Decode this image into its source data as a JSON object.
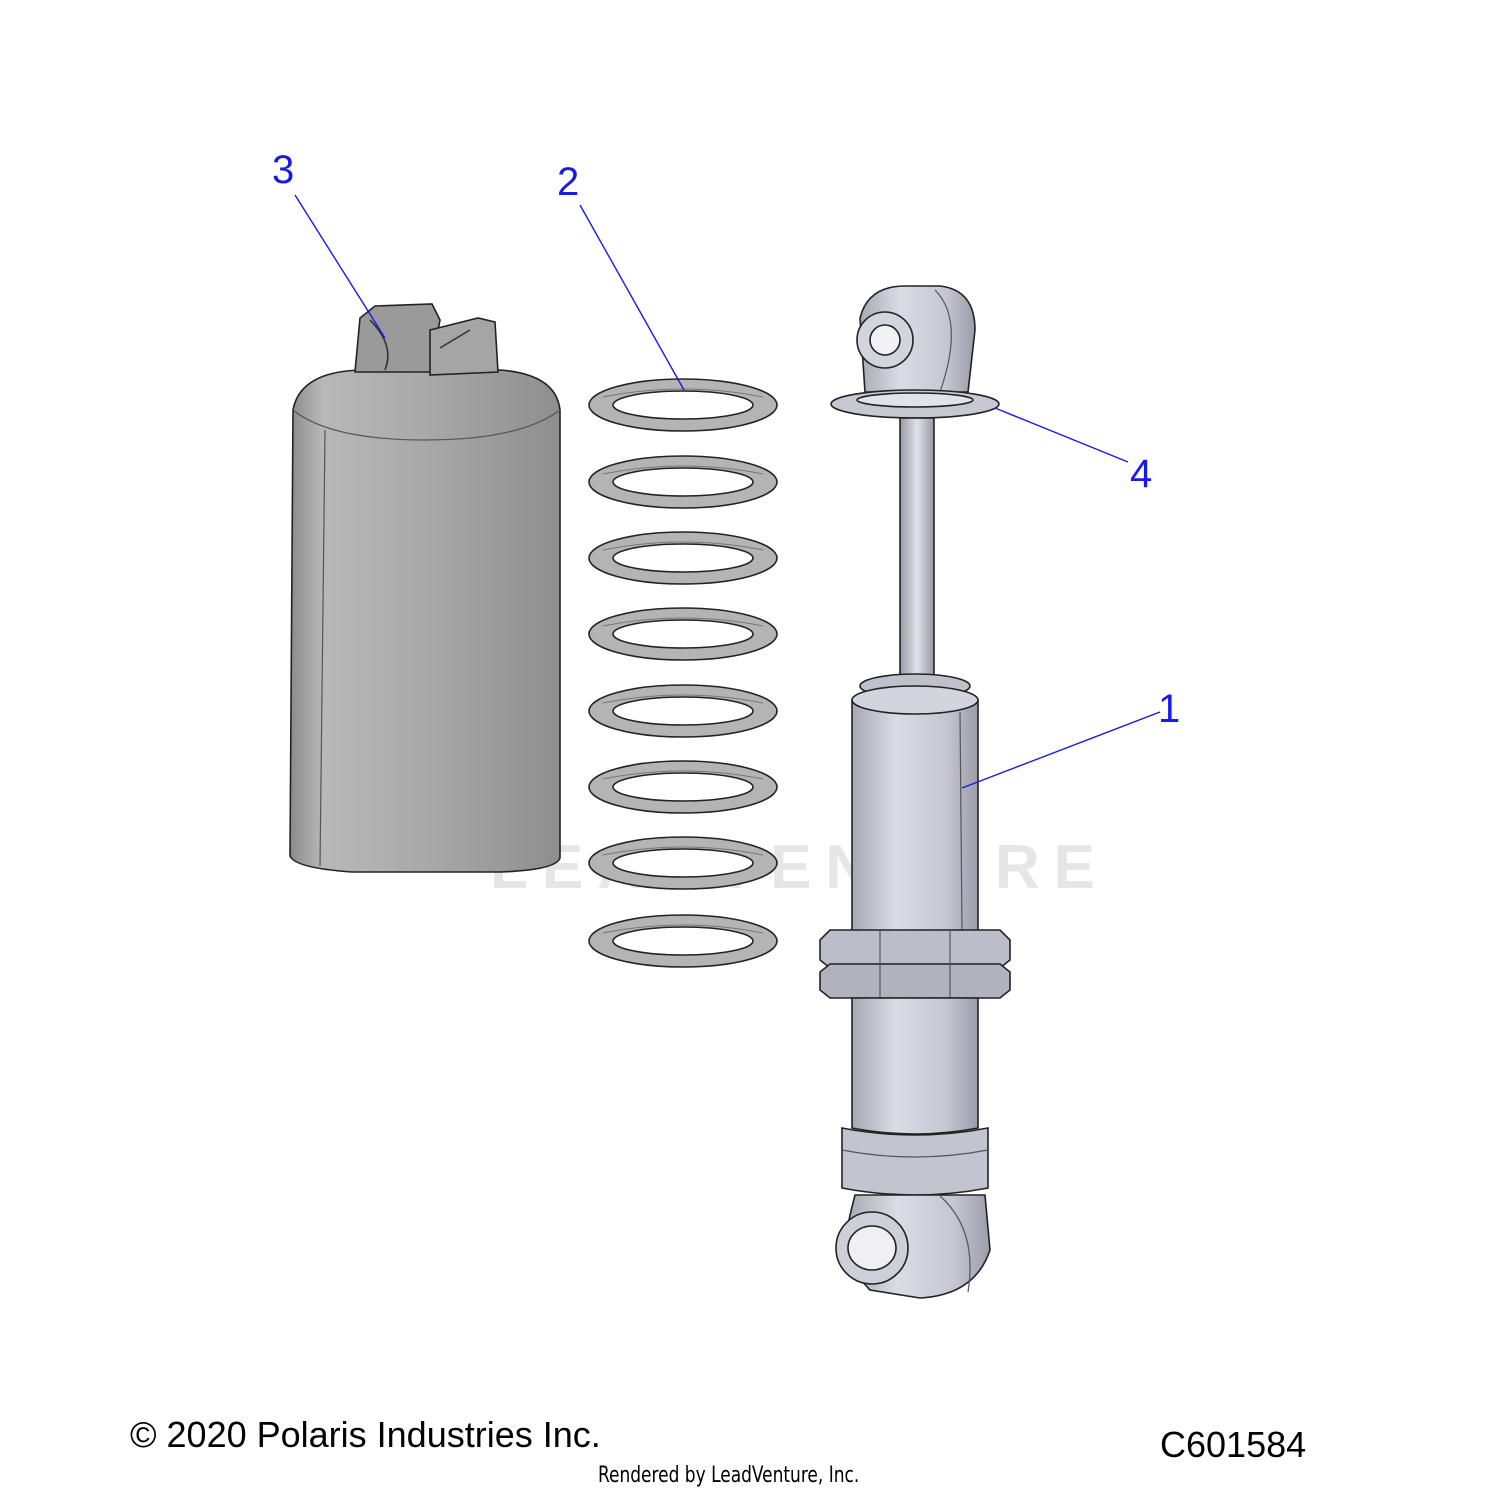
{
  "diagram": {
    "callouts": [
      {
        "id": "callout-1",
        "label": "1"
      },
      {
        "id": "callout-2",
        "label": "2"
      },
      {
        "id": "callout-3",
        "label": "3"
      },
      {
        "id": "callout-4",
        "label": "4"
      }
    ],
    "watermark_text": "LEADVENTURE",
    "colors": {
      "part_fill": "#bdbdbd",
      "shock_fill": "#d9d9e6",
      "outline": "#222222",
      "callout": "#1a1ae6"
    }
  },
  "footer": {
    "copyright": "© 2020 Polaris Industries Inc.",
    "drawing_code": "C601584",
    "rendered_by": "Rendered by LeadVenture, Inc."
  }
}
